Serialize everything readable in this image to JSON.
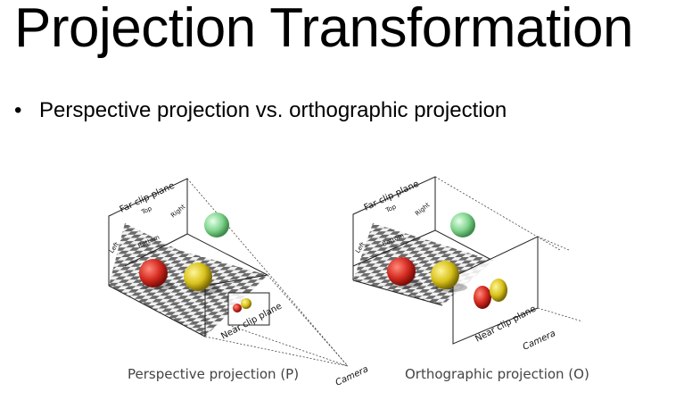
{
  "slide": {
    "title": "Projection Transformation",
    "bullet": "Perspective projection vs. orthographic projection"
  },
  "perspective_figure": {
    "far_clip_label": "Far clip plane",
    "top_label": "Top",
    "right_label": "Right",
    "left_label": "Left",
    "bottom_label": "Bottom",
    "near_clip_label": "Near clip plane",
    "camera_label": "Camera",
    "caption": "Perspective projection (P)"
  },
  "orthographic_figure": {
    "far_clip_label": "Far clip plane",
    "top_label": "Top",
    "right_label": "Right",
    "left_label": "Left",
    "bottom_label": "Bottom",
    "near_clip_label": "Near clip plane",
    "camera_label": "Camera",
    "caption": "Orthographic projection (O)"
  },
  "colors": {
    "red_sphere": "#d42a20",
    "yellow_sphere": "#d9c21a",
    "green_sphere": "#7fd48c",
    "checker_dark": "#6a6a6a",
    "checker_light": "#f2f2f2"
  }
}
